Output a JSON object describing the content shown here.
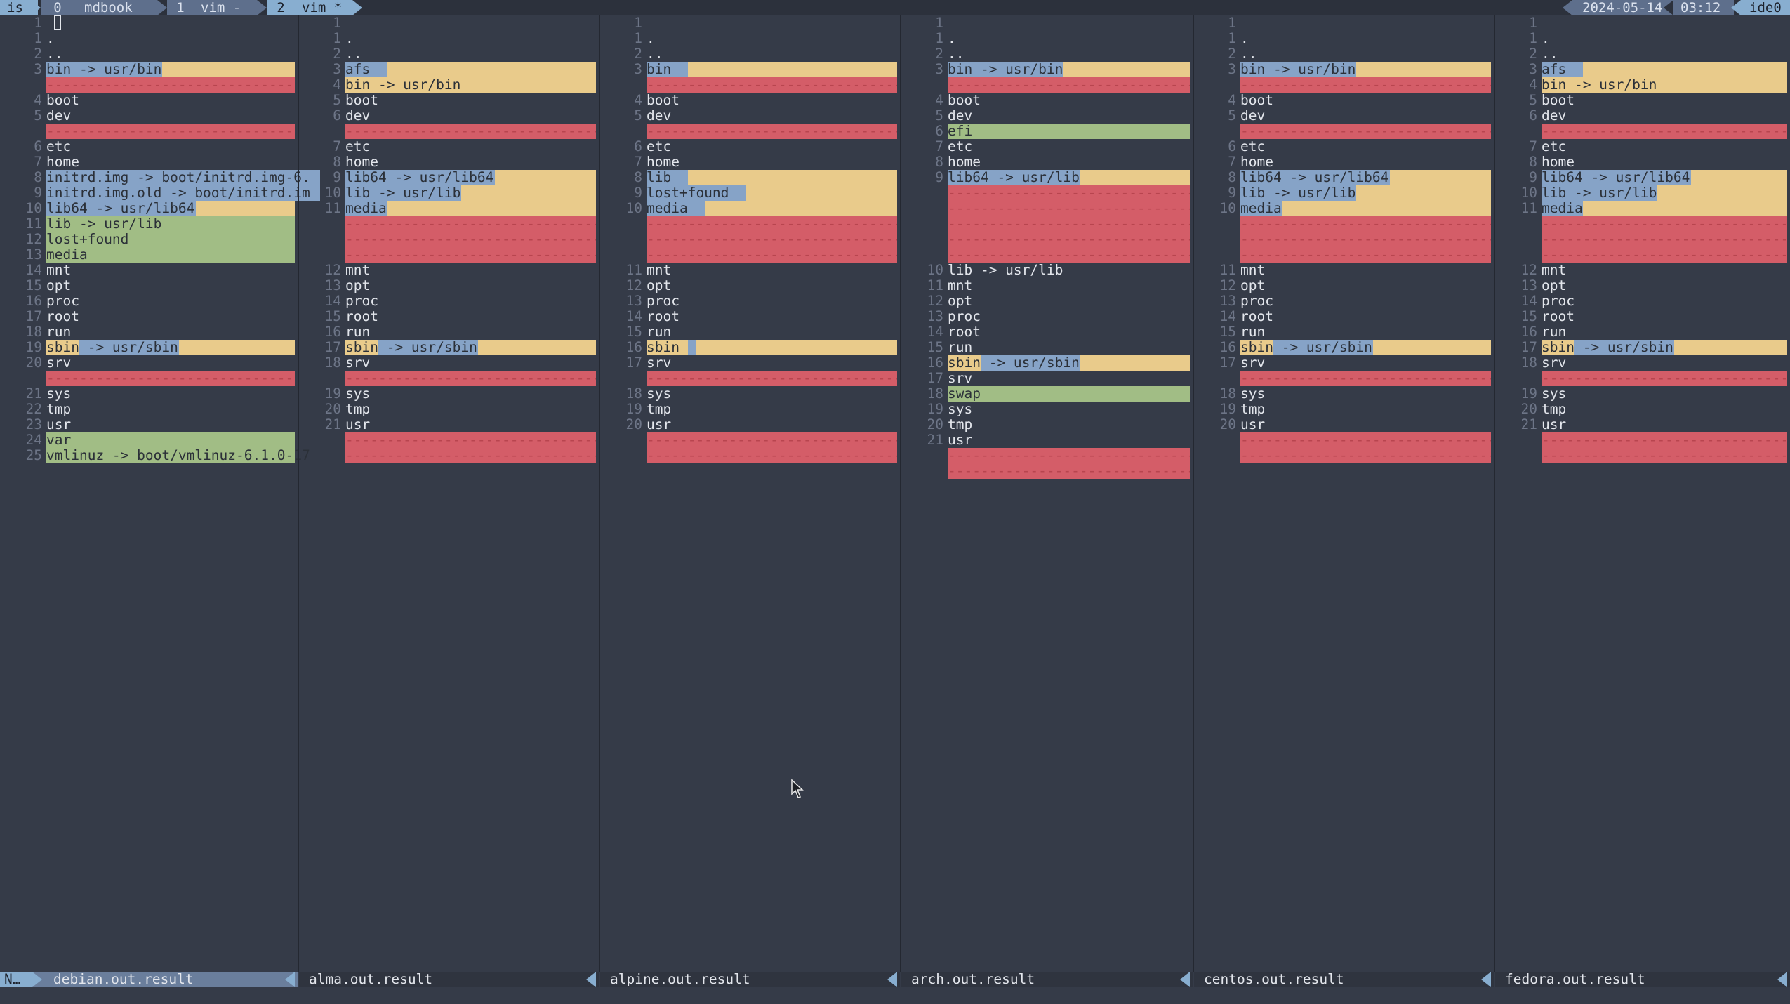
{
  "tmux": {
    "left_label": "is",
    "session_index": "0",
    "session_name": "mdbook",
    "windows": [
      {
        "index": "1",
        "name": "vim -"
      },
      {
        "index": "2",
        "name": "vim *"
      }
    ],
    "date": "2024-05-14",
    "time": "03:12",
    "host": "ide0"
  },
  "colors": {
    "changed": "#e9cb8b",
    "added": "#a1bd85",
    "deleted": "#d45d68",
    "highlight": "#86a3c7",
    "background": "#353b48"
  },
  "mode": "N…",
  "panes": [
    {
      "file": "debian.out.result",
      "lines": [
        {
          "n": "1",
          "t": "",
          "type": "normal"
        },
        {
          "n": "1",
          "t": ".",
          "type": "normal"
        },
        {
          "n": "2",
          "t": "..",
          "type": "normal"
        },
        {
          "n": "3",
          "t": "bin -> usr/bin",
          "type": "chg",
          "hl": 14
        },
        {
          "n": "",
          "t": "",
          "type": "del"
        },
        {
          "n": "4",
          "t": "boot",
          "type": "normal"
        },
        {
          "n": "5",
          "t": "dev",
          "type": "normal"
        },
        {
          "n": "",
          "t": "",
          "type": "del"
        },
        {
          "n": "6",
          "t": "etc",
          "type": "normal"
        },
        {
          "n": "7",
          "t": "home",
          "type": "normal"
        },
        {
          "n": "8",
          "t": "initrd.img -> boot/initrd.img-6.",
          "type": "chg",
          "hl": 33
        },
        {
          "n": "9",
          "t": "initrd.img.old -> boot/initrd.im",
          "type": "chg",
          "hl": 33
        },
        {
          "n": "10",
          "t": "lib64 -> usr/lib64",
          "type": "chg",
          "hl": 18
        },
        {
          "n": "11",
          "t": "lib -> usr/lib",
          "type": "add"
        },
        {
          "n": "12",
          "t": "lost+found",
          "type": "add"
        },
        {
          "n": "13",
          "t": "media",
          "type": "add"
        },
        {
          "n": "14",
          "t": "mnt",
          "type": "normal"
        },
        {
          "n": "15",
          "t": "opt",
          "type": "normal"
        },
        {
          "n": "16",
          "t": "proc",
          "type": "normal"
        },
        {
          "n": "17",
          "t": "root",
          "type": "normal"
        },
        {
          "n": "18",
          "t": "run",
          "type": "normal"
        },
        {
          "n": "19",
          "t": "sbin -> usr/sbin",
          "type": "chg",
          "hl": 16,
          "hl_start": 4
        },
        {
          "n": "20",
          "t": "srv",
          "type": "normal"
        },
        {
          "n": "",
          "t": "",
          "type": "del"
        },
        {
          "n": "21",
          "t": "sys",
          "type": "normal"
        },
        {
          "n": "22",
          "t": "tmp",
          "type": "normal"
        },
        {
          "n": "23",
          "t": "usr",
          "type": "normal"
        },
        {
          "n": "24",
          "t": "var",
          "type": "add"
        },
        {
          "n": "25",
          "t": "vmlinuz -> boot/vmlinuz-6.1.0-17",
          "type": "add"
        }
      ]
    },
    {
      "file": "alma.out.result",
      "lines": [
        {
          "n": "1",
          "t": "",
          "type": "normal"
        },
        {
          "n": "1",
          "t": ".",
          "type": "normal"
        },
        {
          "n": "2",
          "t": "..",
          "type": "normal"
        },
        {
          "n": "3",
          "t": "afs",
          "type": "chg",
          "hl": 5
        },
        {
          "n": "4",
          "t": "bin -> usr/bin",
          "type": "chg"
        },
        {
          "n": "5",
          "t": "boot",
          "type": "normal"
        },
        {
          "n": "6",
          "t": "dev",
          "type": "normal"
        },
        {
          "n": "",
          "t": "",
          "type": "del"
        },
        {
          "n": "7",
          "t": "etc",
          "type": "normal"
        },
        {
          "n": "8",
          "t": "home",
          "type": "normal"
        },
        {
          "n": "9",
          "t": "lib64 -> usr/lib64",
          "type": "chg",
          "hl": 18
        },
        {
          "n": "10",
          "t": "lib -> usr/lib",
          "type": "chg",
          "hl": 14
        },
        {
          "n": "11",
          "t": "media",
          "type": "chg",
          "hl": 5
        },
        {
          "n": "",
          "t": "",
          "type": "del"
        },
        {
          "n": "",
          "t": "",
          "type": "del"
        },
        {
          "n": "",
          "t": "",
          "type": "del"
        },
        {
          "n": "12",
          "t": "mnt",
          "type": "normal"
        },
        {
          "n": "13",
          "t": "opt",
          "type": "normal"
        },
        {
          "n": "14",
          "t": "proc",
          "type": "normal"
        },
        {
          "n": "15",
          "t": "root",
          "type": "normal"
        },
        {
          "n": "16",
          "t": "run",
          "type": "normal"
        },
        {
          "n": "17",
          "t": "sbin -> usr/sbin",
          "type": "chg",
          "hl": 16,
          "hl_start": 4
        },
        {
          "n": "18",
          "t": "srv",
          "type": "normal"
        },
        {
          "n": "",
          "t": "",
          "type": "del"
        },
        {
          "n": "19",
          "t": "sys",
          "type": "normal"
        },
        {
          "n": "20",
          "t": "tmp",
          "type": "normal"
        },
        {
          "n": "21",
          "t": "usr",
          "type": "normal"
        },
        {
          "n": "",
          "t": "",
          "type": "del"
        },
        {
          "n": "",
          "t": "",
          "type": "del"
        }
      ]
    },
    {
      "file": "alpine.out.result",
      "lines": [
        {
          "n": "1",
          "t": "",
          "type": "normal"
        },
        {
          "n": "1",
          "t": ".",
          "type": "normal"
        },
        {
          "n": "2",
          "t": "..",
          "type": "normal"
        },
        {
          "n": "3",
          "t": "bin",
          "type": "chg",
          "hl": 5
        },
        {
          "n": "",
          "t": "",
          "type": "del"
        },
        {
          "n": "4",
          "t": "boot",
          "type": "normal"
        },
        {
          "n": "5",
          "t": "dev",
          "type": "normal"
        },
        {
          "n": "",
          "t": "",
          "type": "del"
        },
        {
          "n": "6",
          "t": "etc",
          "type": "normal"
        },
        {
          "n": "7",
          "t": "home",
          "type": "normal"
        },
        {
          "n": "8",
          "t": "lib",
          "type": "chg",
          "hl": 5
        },
        {
          "n": "9",
          "t": "lost+found",
          "type": "chg",
          "hl": 12
        },
        {
          "n": "10",
          "t": "media",
          "type": "chg",
          "hl": 7
        },
        {
          "n": "",
          "t": "",
          "type": "del"
        },
        {
          "n": "",
          "t": "",
          "type": "del"
        },
        {
          "n": "",
          "t": "",
          "type": "del"
        },
        {
          "n": "11",
          "t": "mnt",
          "type": "normal"
        },
        {
          "n": "12",
          "t": "opt",
          "type": "normal"
        },
        {
          "n": "13",
          "t": "proc",
          "type": "normal"
        },
        {
          "n": "14",
          "t": "root",
          "type": "normal"
        },
        {
          "n": "15",
          "t": "run",
          "type": "normal"
        },
        {
          "n": "16",
          "t": "sbin",
          "type": "chg",
          "hl": 6,
          "hl_start": 5
        },
        {
          "n": "17",
          "t": "srv",
          "type": "normal"
        },
        {
          "n": "",
          "t": "",
          "type": "del"
        },
        {
          "n": "18",
          "t": "sys",
          "type": "normal"
        },
        {
          "n": "19",
          "t": "tmp",
          "type": "normal"
        },
        {
          "n": "20",
          "t": "usr",
          "type": "normal"
        },
        {
          "n": "",
          "t": "",
          "type": "del"
        },
        {
          "n": "",
          "t": "",
          "type": "del"
        }
      ]
    },
    {
      "file": "arch.out.result",
      "lines": [
        {
          "n": "1",
          "t": "",
          "type": "normal"
        },
        {
          "n": "1",
          "t": ".",
          "type": "normal"
        },
        {
          "n": "2",
          "t": "..",
          "type": "normal"
        },
        {
          "n": "3",
          "t": "bin -> usr/bin",
          "type": "chg",
          "hl": 14
        },
        {
          "n": "",
          "t": "",
          "type": "del"
        },
        {
          "n": "4",
          "t": "boot",
          "type": "normal"
        },
        {
          "n": "5",
          "t": "dev",
          "type": "normal"
        },
        {
          "n": "6",
          "t": "efi",
          "type": "add"
        },
        {
          "n": "7",
          "t": "etc",
          "type": "normal"
        },
        {
          "n": "8",
          "t": "home",
          "type": "normal"
        },
        {
          "n": "9",
          "t": "lib64 -> usr/lib",
          "type": "chg",
          "hl": 16
        },
        {
          "n": "",
          "t": "",
          "type": "del"
        },
        {
          "n": "",
          "t": "",
          "type": "del"
        },
        {
          "n": "",
          "t": "",
          "type": "del"
        },
        {
          "n": "",
          "t": "",
          "type": "del"
        },
        {
          "n": "",
          "t": "",
          "type": "del"
        },
        {
          "n": "10",
          "t": "lib -> usr/lib",
          "type": "normal"
        },
        {
          "n": "11",
          "t": "mnt",
          "type": "normal"
        },
        {
          "n": "12",
          "t": "opt",
          "type": "normal"
        },
        {
          "n": "13",
          "t": "proc",
          "type": "normal"
        },
        {
          "n": "14",
          "t": "root",
          "type": "normal"
        },
        {
          "n": "15",
          "t": "run",
          "type": "normal"
        },
        {
          "n": "16",
          "t": "sbin -> usr/sbin",
          "type": "chg",
          "hl": 16,
          "hl_start": 4
        },
        {
          "n": "17",
          "t": "srv",
          "type": "normal"
        },
        {
          "n": "18",
          "t": "swap",
          "type": "add"
        },
        {
          "n": "19",
          "t": "sys",
          "type": "normal"
        },
        {
          "n": "20",
          "t": "tmp",
          "type": "normal"
        },
        {
          "n": "21",
          "t": "usr",
          "type": "normal"
        },
        {
          "n": "",
          "t": "",
          "type": "del"
        },
        {
          "n": "",
          "t": "",
          "type": "del"
        }
      ]
    },
    {
      "file": "centos.out.result",
      "lines": [
        {
          "n": "1",
          "t": "",
          "type": "normal"
        },
        {
          "n": "1",
          "t": ".",
          "type": "normal"
        },
        {
          "n": "2",
          "t": "..",
          "type": "normal"
        },
        {
          "n": "3",
          "t": "bin -> usr/bin",
          "type": "chg",
          "hl": 14
        },
        {
          "n": "",
          "t": "",
          "type": "del"
        },
        {
          "n": "4",
          "t": "boot",
          "type": "normal"
        },
        {
          "n": "5",
          "t": "dev",
          "type": "normal"
        },
        {
          "n": "",
          "t": "",
          "type": "del"
        },
        {
          "n": "6",
          "t": "etc",
          "type": "normal"
        },
        {
          "n": "7",
          "t": "home",
          "type": "normal"
        },
        {
          "n": "8",
          "t": "lib64 -> usr/lib64",
          "type": "chg",
          "hl": 18
        },
        {
          "n": "9",
          "t": "lib -> usr/lib",
          "type": "chg",
          "hl": 14
        },
        {
          "n": "10",
          "t": "media",
          "type": "chg",
          "hl": 5
        },
        {
          "n": "",
          "t": "",
          "type": "del"
        },
        {
          "n": "",
          "t": "",
          "type": "del"
        },
        {
          "n": "",
          "t": "",
          "type": "del"
        },
        {
          "n": "11",
          "t": "mnt",
          "type": "normal"
        },
        {
          "n": "12",
          "t": "opt",
          "type": "normal"
        },
        {
          "n": "13",
          "t": "proc",
          "type": "normal"
        },
        {
          "n": "14",
          "t": "root",
          "type": "normal"
        },
        {
          "n": "15",
          "t": "run",
          "type": "normal"
        },
        {
          "n": "16",
          "t": "sbin -> usr/sbin",
          "type": "chg",
          "hl": 16,
          "hl_start": 4
        },
        {
          "n": "17",
          "t": "srv",
          "type": "normal"
        },
        {
          "n": "",
          "t": "",
          "type": "del"
        },
        {
          "n": "18",
          "t": "sys",
          "type": "normal"
        },
        {
          "n": "19",
          "t": "tmp",
          "type": "normal"
        },
        {
          "n": "20",
          "t": "usr",
          "type": "normal"
        },
        {
          "n": "",
          "t": "",
          "type": "del"
        },
        {
          "n": "",
          "t": "",
          "type": "del"
        }
      ]
    },
    {
      "file": "fedora.out.result",
      "lines": [
        {
          "n": "1",
          "t": "",
          "type": "normal"
        },
        {
          "n": "1",
          "t": ".",
          "type": "normal"
        },
        {
          "n": "2",
          "t": "..",
          "type": "normal"
        },
        {
          "n": "3",
          "t": "afs",
          "type": "chg",
          "hl": 5
        },
        {
          "n": "4",
          "t": "bin -> usr/bin",
          "type": "chg"
        },
        {
          "n": "5",
          "t": "boot",
          "type": "normal"
        },
        {
          "n": "6",
          "t": "dev",
          "type": "normal"
        },
        {
          "n": "",
          "t": "",
          "type": "del"
        },
        {
          "n": "7",
          "t": "etc",
          "type": "normal"
        },
        {
          "n": "8",
          "t": "home",
          "type": "normal"
        },
        {
          "n": "9",
          "t": "lib64 -> usr/lib64",
          "type": "chg",
          "hl": 18
        },
        {
          "n": "10",
          "t": "lib -> usr/lib",
          "type": "chg",
          "hl": 14
        },
        {
          "n": "11",
          "t": "media",
          "type": "chg",
          "hl": 5
        },
        {
          "n": "",
          "t": "",
          "type": "del"
        },
        {
          "n": "",
          "t": "",
          "type": "del"
        },
        {
          "n": "",
          "t": "",
          "type": "del"
        },
        {
          "n": "12",
          "t": "mnt",
          "type": "normal"
        },
        {
          "n": "13",
          "t": "opt",
          "type": "normal"
        },
        {
          "n": "14",
          "t": "proc",
          "type": "normal"
        },
        {
          "n": "15",
          "t": "root",
          "type": "normal"
        },
        {
          "n": "16",
          "t": "run",
          "type": "normal"
        },
        {
          "n": "17",
          "t": "sbin -> usr/sbin",
          "type": "chg",
          "hl": 16,
          "hl_start": 4
        },
        {
          "n": "18",
          "t": "srv",
          "type": "normal"
        },
        {
          "n": "",
          "t": "",
          "type": "del"
        },
        {
          "n": "19",
          "t": "sys",
          "type": "normal"
        },
        {
          "n": "20",
          "t": "tmp",
          "type": "normal"
        },
        {
          "n": "21",
          "t": "usr",
          "type": "normal"
        },
        {
          "n": "",
          "t": "",
          "type": "del"
        },
        {
          "n": "",
          "t": "",
          "type": "del"
        }
      ]
    }
  ]
}
